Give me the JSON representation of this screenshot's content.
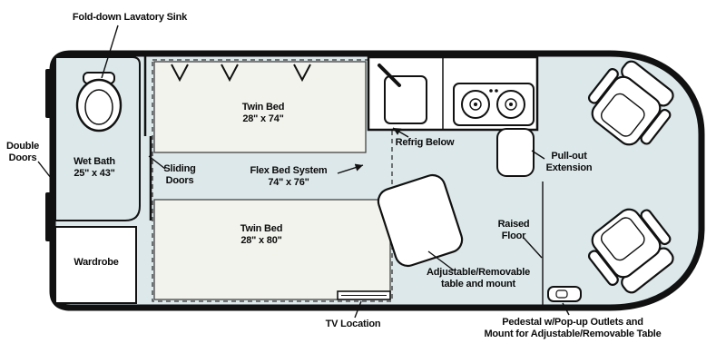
{
  "title": "Camper van floor plan",
  "labels": {
    "fold_down_sink": "Fold-down Lavatory Sink",
    "double_doors_1": "Double",
    "double_doors_2": "Doors",
    "wet_bath_1": "Wet Bath",
    "wet_bath_2": "25\" x 43\"",
    "wardrobe": "Wardrobe",
    "sliding_doors_1": "Sliding",
    "sliding_doors_2": "Doors",
    "twin_bed_top_1": "Twin Bed",
    "twin_bed_top_2": "28\" x 74\"",
    "flex_bed_1": "Flex Bed System",
    "flex_bed_2": "74\" x 76\"",
    "twin_bed_bottom_1": "Twin Bed",
    "twin_bed_bottom_2": "28\" x 80\"",
    "refrig_below": "Refrig Below",
    "pull_out_1": "Pull-out",
    "pull_out_2": "Extension",
    "raised_floor_1": "Raised",
    "raised_floor_2": "Floor",
    "adj_table_1": "Adjustable/Removable",
    "adj_table_2": "table and mount",
    "tv_location": "TV Location",
    "pedestal_1": "Pedestal w/Pop-up Outlets and",
    "pedestal_2": "Mount for Adjustable/Removable Table"
  },
  "colors": {
    "floor": "#dde8ea",
    "bed": "#f3f3ee",
    "outline": "#111111",
    "white": "#ffffff"
  }
}
